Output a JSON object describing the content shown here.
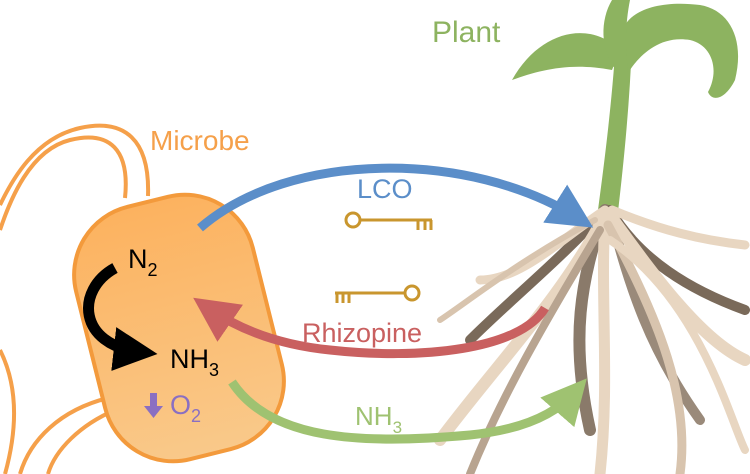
{
  "labels": {
    "microbe": "Microbe",
    "plant": "Plant",
    "lco": "LCO",
    "rhizopine": "Rhizopine",
    "n2_base": "N",
    "n2_sub": "2",
    "nh3_base": "NH",
    "nh3_sub": "3",
    "o2_base": "O",
    "o2_sub": "2",
    "nh3_arrow_base": "NH",
    "nh3_arrow_sub": "3"
  },
  "colors": {
    "microbe": "#f5a04a",
    "microbe_fill": "#fbbf6e",
    "plant": "#8db360",
    "lco": "#5b8ec9",
    "rhizopine": "#c96060",
    "key": "#c9962e",
    "nh3_arrow": "#9fc271",
    "o2_arrow": "#8a6fc2",
    "root_light": "#e8d6c1",
    "root_dark": "#7a6a5a"
  },
  "icons": {
    "lco_key": "key-icon",
    "rhizopine_key": "key-icon",
    "o2_down": "down-arrow-icon"
  }
}
